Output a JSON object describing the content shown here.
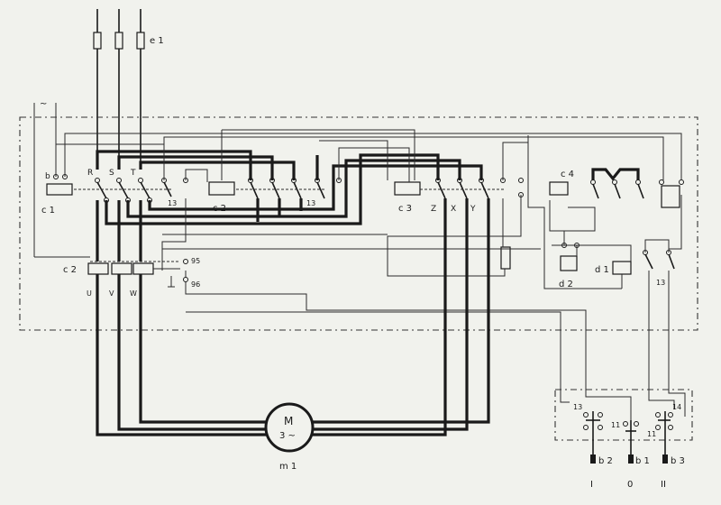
{
  "supply": {
    "fuse_label": "e 1",
    "ac_symbol": "~",
    "phases": [
      "R",
      "S",
      "T"
    ]
  },
  "contactors": {
    "c1": "c 1",
    "c2": "c 2",
    "c3": "c 3",
    "c4": "c 4",
    "c2_overload": "c 2",
    "d1": "d 1",
    "d2": "d 2"
  },
  "terminals": {
    "b_label": "b",
    "motor_out": [
      "U",
      "V",
      "W"
    ],
    "star": [
      "Z",
      "X",
      "Y"
    ],
    "aux_13": "13",
    "overload_95": "95",
    "overload_96": "96",
    "control": [
      "13",
      "14",
      "11",
      "11"
    ]
  },
  "motor": {
    "letter": "M",
    "phase": "3 ~",
    "label": "m 1"
  },
  "buttons": {
    "b2": "b 2",
    "b1": "b 1",
    "b3": "b 3",
    "pos_I": "I",
    "pos_0": "0",
    "pos_II": "II"
  }
}
